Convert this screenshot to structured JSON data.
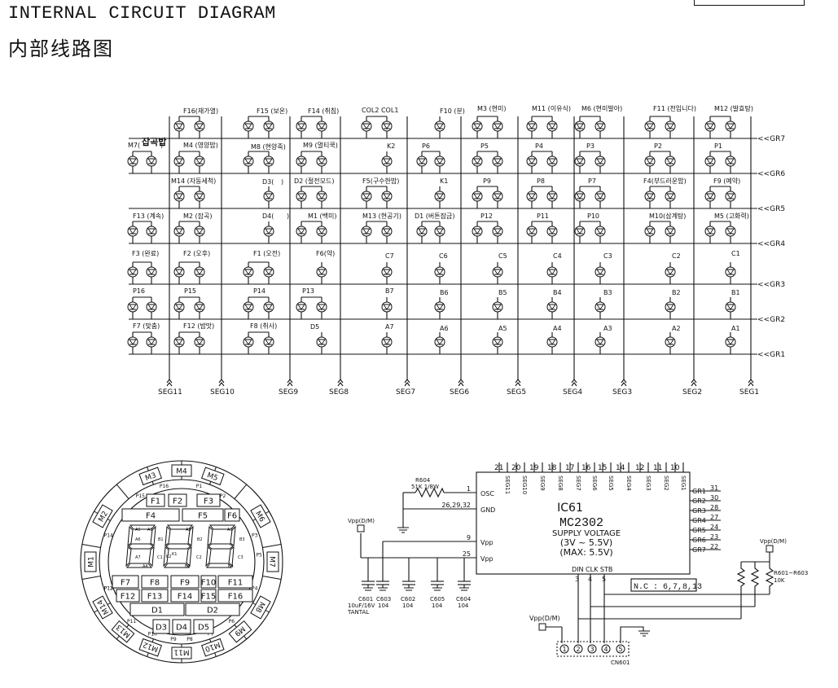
{
  "title_en": "INTERNAL CIRCUIT DIAGRAM",
  "title_cn": "内部线路图",
  "grids": [
    "GR7",
    "GR6",
    "GR5",
    "GR4",
    "GR3",
    "GR2",
    "GR1"
  ],
  "grid_prefix": "<<",
  "segments": [
    "SEG11",
    "SEG10",
    "SEG9",
    "SEG8",
    "SEG7",
    "SEG6",
    "SEG5",
    "SEG4",
    "SEG3",
    "SEG2",
    "SEG1"
  ],
  "matrix_labels": [
    "F16(재가열)",
    "F15 (보온)",
    "F14 (취침)",
    "COL2 COL1",
    "F10 (분)",
    "M3 (현미)",
    "M11 (이유식)",
    "M6 (현미발아)",
    "F11 (천입니다)",
    "M12 (발효탕)",
    "M7(",
    "잡곡밥",
    ")",
    "M4 (영양밥)",
    "M8 (현양죽)",
    "M9 (멀티쿡)",
    "K2",
    "P6",
    "P5",
    "P4",
    "P3",
    "P2",
    "P1",
    "M14 (자동세척)",
    "D3(",
    ")",
    "D2 (절전모드)",
    "F5(구수한밥)",
    "K1",
    "P9",
    "P8",
    "P7",
    "F4(부드러운밥)",
    "F9 (예약)",
    "F13 (계속)",
    "M2 (잡곡)",
    "D4(",
    ")",
    "M1 (백미)",
    "M13 (현공기)",
    "D1 (버튼잠금)",
    "P12",
    "P11",
    "P10",
    "M10(삼계탕)",
    "M5 (고화력)",
    "F3 (완료)",
    "F2 (오후)",
    "F1 (오전)",
    "F6(약)",
    "C7",
    "C6",
    "C5",
    "C4",
    "C3",
    "C2",
    "C1",
    "P16",
    "P15",
    "P14",
    "P13",
    "B7",
    "B6",
    "B5",
    "B4",
    "B3",
    "B2",
    "B1",
    "F7 (맞춤)",
    "F12 (밤맛)",
    "F8 (취사)",
    "D5",
    "A7",
    "A6",
    "A5",
    "A4",
    "A3",
    "A2",
    "A1"
  ],
  "display": {
    "ring_top": [
      "M3",
      "M4",
      "M5"
    ],
    "ring_left": [
      "M2",
      "M1"
    ],
    "ring_right": [
      "M6",
      "M7"
    ],
    "ring_lower_left": [
      "M14",
      "M13"
    ],
    "ring_lower_right": [
      "M8",
      "M9"
    ],
    "ring_bottom": [
      "M12",
      "M11",
      "M10"
    ],
    "p_small": [
      "P16",
      "P1",
      "P15",
      "P2",
      "P14",
      "P3",
      "P13",
      "P4",
      "P12",
      "P5",
      "P11",
      "P6",
      "P10",
      "P7",
      "P9",
      "P8"
    ],
    "f_row1": [
      "F1",
      "F2",
      "F3"
    ],
    "f_row2": [
      "F4",
      "F5",
      "F6"
    ],
    "f_row3": [
      "F7",
      "F8",
      "F9",
      "F10",
      "F11"
    ],
    "f_row4": [
      "F12",
      "F13",
      "F14",
      "F15",
      "F16"
    ],
    "d_row1": [
      "D1",
      "D2"
    ],
    "d_row2": [
      "D3",
      "D4",
      "D5"
    ],
    "digit_seg_labels": [
      "A1",
      "B1",
      "C1",
      "A2",
      "B2",
      "C2",
      "A3",
      "B3",
      "C3",
      "A4",
      "B4",
      "C4",
      "A5",
      "A6",
      "A7",
      "K1",
      "K2"
    ]
  },
  "ic": {
    "name": "IC61",
    "part": "MC2302",
    "supply": "SUPPLY VOLTAGE",
    "range": "(3V ~ 5.5V)",
    "max": "(MAX: 5.5V)",
    "top_pin_numbers": [
      "21",
      "20",
      "19",
      "18",
      "17",
      "16",
      "15",
      "14",
      "12",
      "11",
      "10"
    ],
    "top_pin_names": [
      "SEG11",
      "SEG10",
      "SEG9",
      "SEG8",
      "SEG7",
      "SEG6",
      "SEG5",
      "SEG4",
      "SEG3",
      "SEG2",
      "SEG1"
    ],
    "left_pins": [
      {
        "num": "1",
        "name": "OSC"
      },
      {
        "num": "26,29,32",
        "name": "GND"
      },
      {
        "num": "9",
        "name": "Vpp"
      },
      {
        "num": "25",
        "name": "Vpp"
      }
    ],
    "right_pins": [
      {
        "num": "31",
        "name": "GR1"
      },
      {
        "num": "30",
        "name": "GR2"
      },
      {
        "num": "28",
        "name": "GR3"
      },
      {
        "num": "27",
        "name": "GR4"
      },
      {
        "num": "24",
        "name": "GR5"
      },
      {
        "num": "23",
        "name": "GR6"
      },
      {
        "num": "22",
        "name": "GR7"
      }
    ],
    "bottom_pin_names": "DIN CLK STB",
    "bottom_pin_numbers": [
      "3",
      "4",
      "5"
    ],
    "nc": "N.C : 6,7,8,13"
  },
  "resistor": {
    "ref": "R604",
    "value": "51K 1/8W"
  },
  "vpp_dm": "Vpp(D/M)",
  "vpp_dm2": "Vpp(D/M)",
  "vpp_dm3": "Vpp(D/M)",
  "r601": "R601~R603",
  "r601_value": "10K",
  "caps": [
    {
      "ref": "C601",
      "value": "10uF/16V",
      "extra": "TANTAL"
    },
    {
      "ref": "C603",
      "value": "104"
    },
    {
      "ref": "C602",
      "value": "104"
    },
    {
      "ref": "C605",
      "value": "104"
    },
    {
      "ref": "C604",
      "value": "104"
    }
  ],
  "connector": {
    "ref": "CN601",
    "pins": [
      "1",
      "2",
      "3",
      "4",
      "5"
    ]
  }
}
